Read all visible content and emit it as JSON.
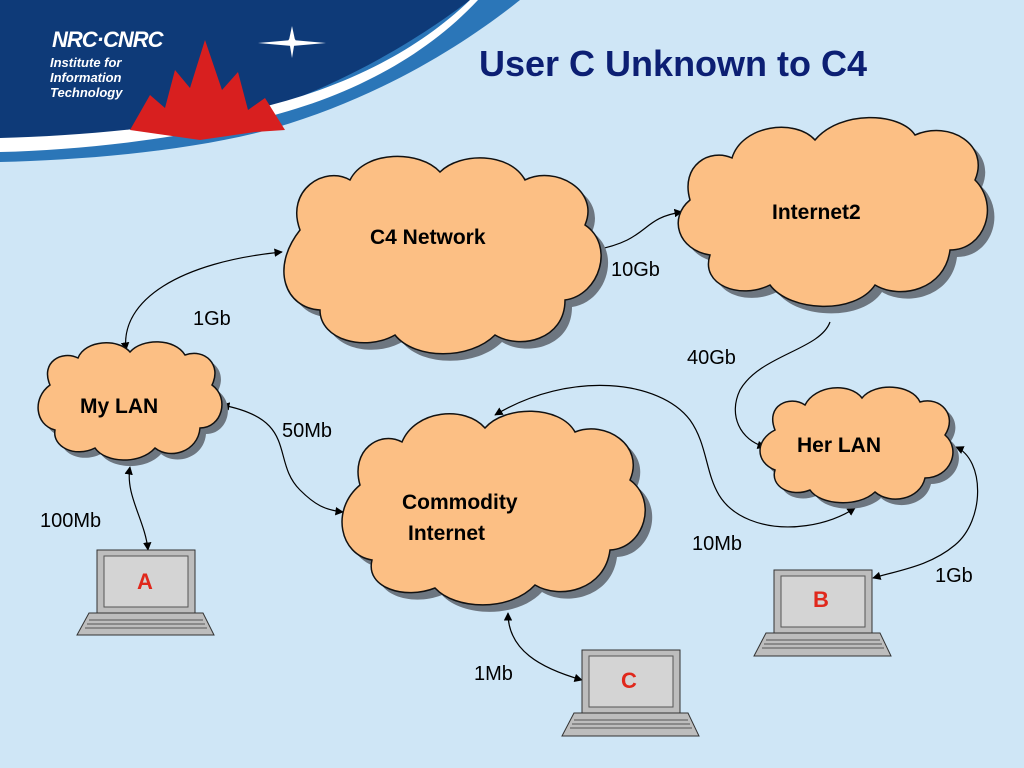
{
  "header": {
    "brand": "NRC·CNRC",
    "institute_line1": "Institute for",
    "institute_line2": "Information",
    "institute_line3": "Technology"
  },
  "slide": {
    "title": "User C Unknown to C4"
  },
  "clouds": {
    "c4": "C4 Network",
    "internet2": "Internet2",
    "my_lan": "My LAN",
    "her_lan": "Her LAN",
    "commodity_line1": "Commodity",
    "commodity_line2": "Internet"
  },
  "links": {
    "my_lan_c4": "1Gb",
    "c4_internet2": "10Gb",
    "internet2_her_lan": "40Gb",
    "my_lan_commodity": "50Mb",
    "a_my_lan": "100Mb",
    "commodity_her_lan": "10Mb",
    "b_her_lan": "1Gb",
    "c_commodity": "1Mb"
  },
  "computers": {
    "a": "A",
    "b": "B",
    "c": "C"
  },
  "colors": {
    "background": "#cfe6f6",
    "cloud_fill": "#fcbf84",
    "title": "#0c1f73",
    "computer_letter": "#e0281c",
    "banner_blue": "#0e3a78",
    "maple_red": "#d81f1f"
  }
}
